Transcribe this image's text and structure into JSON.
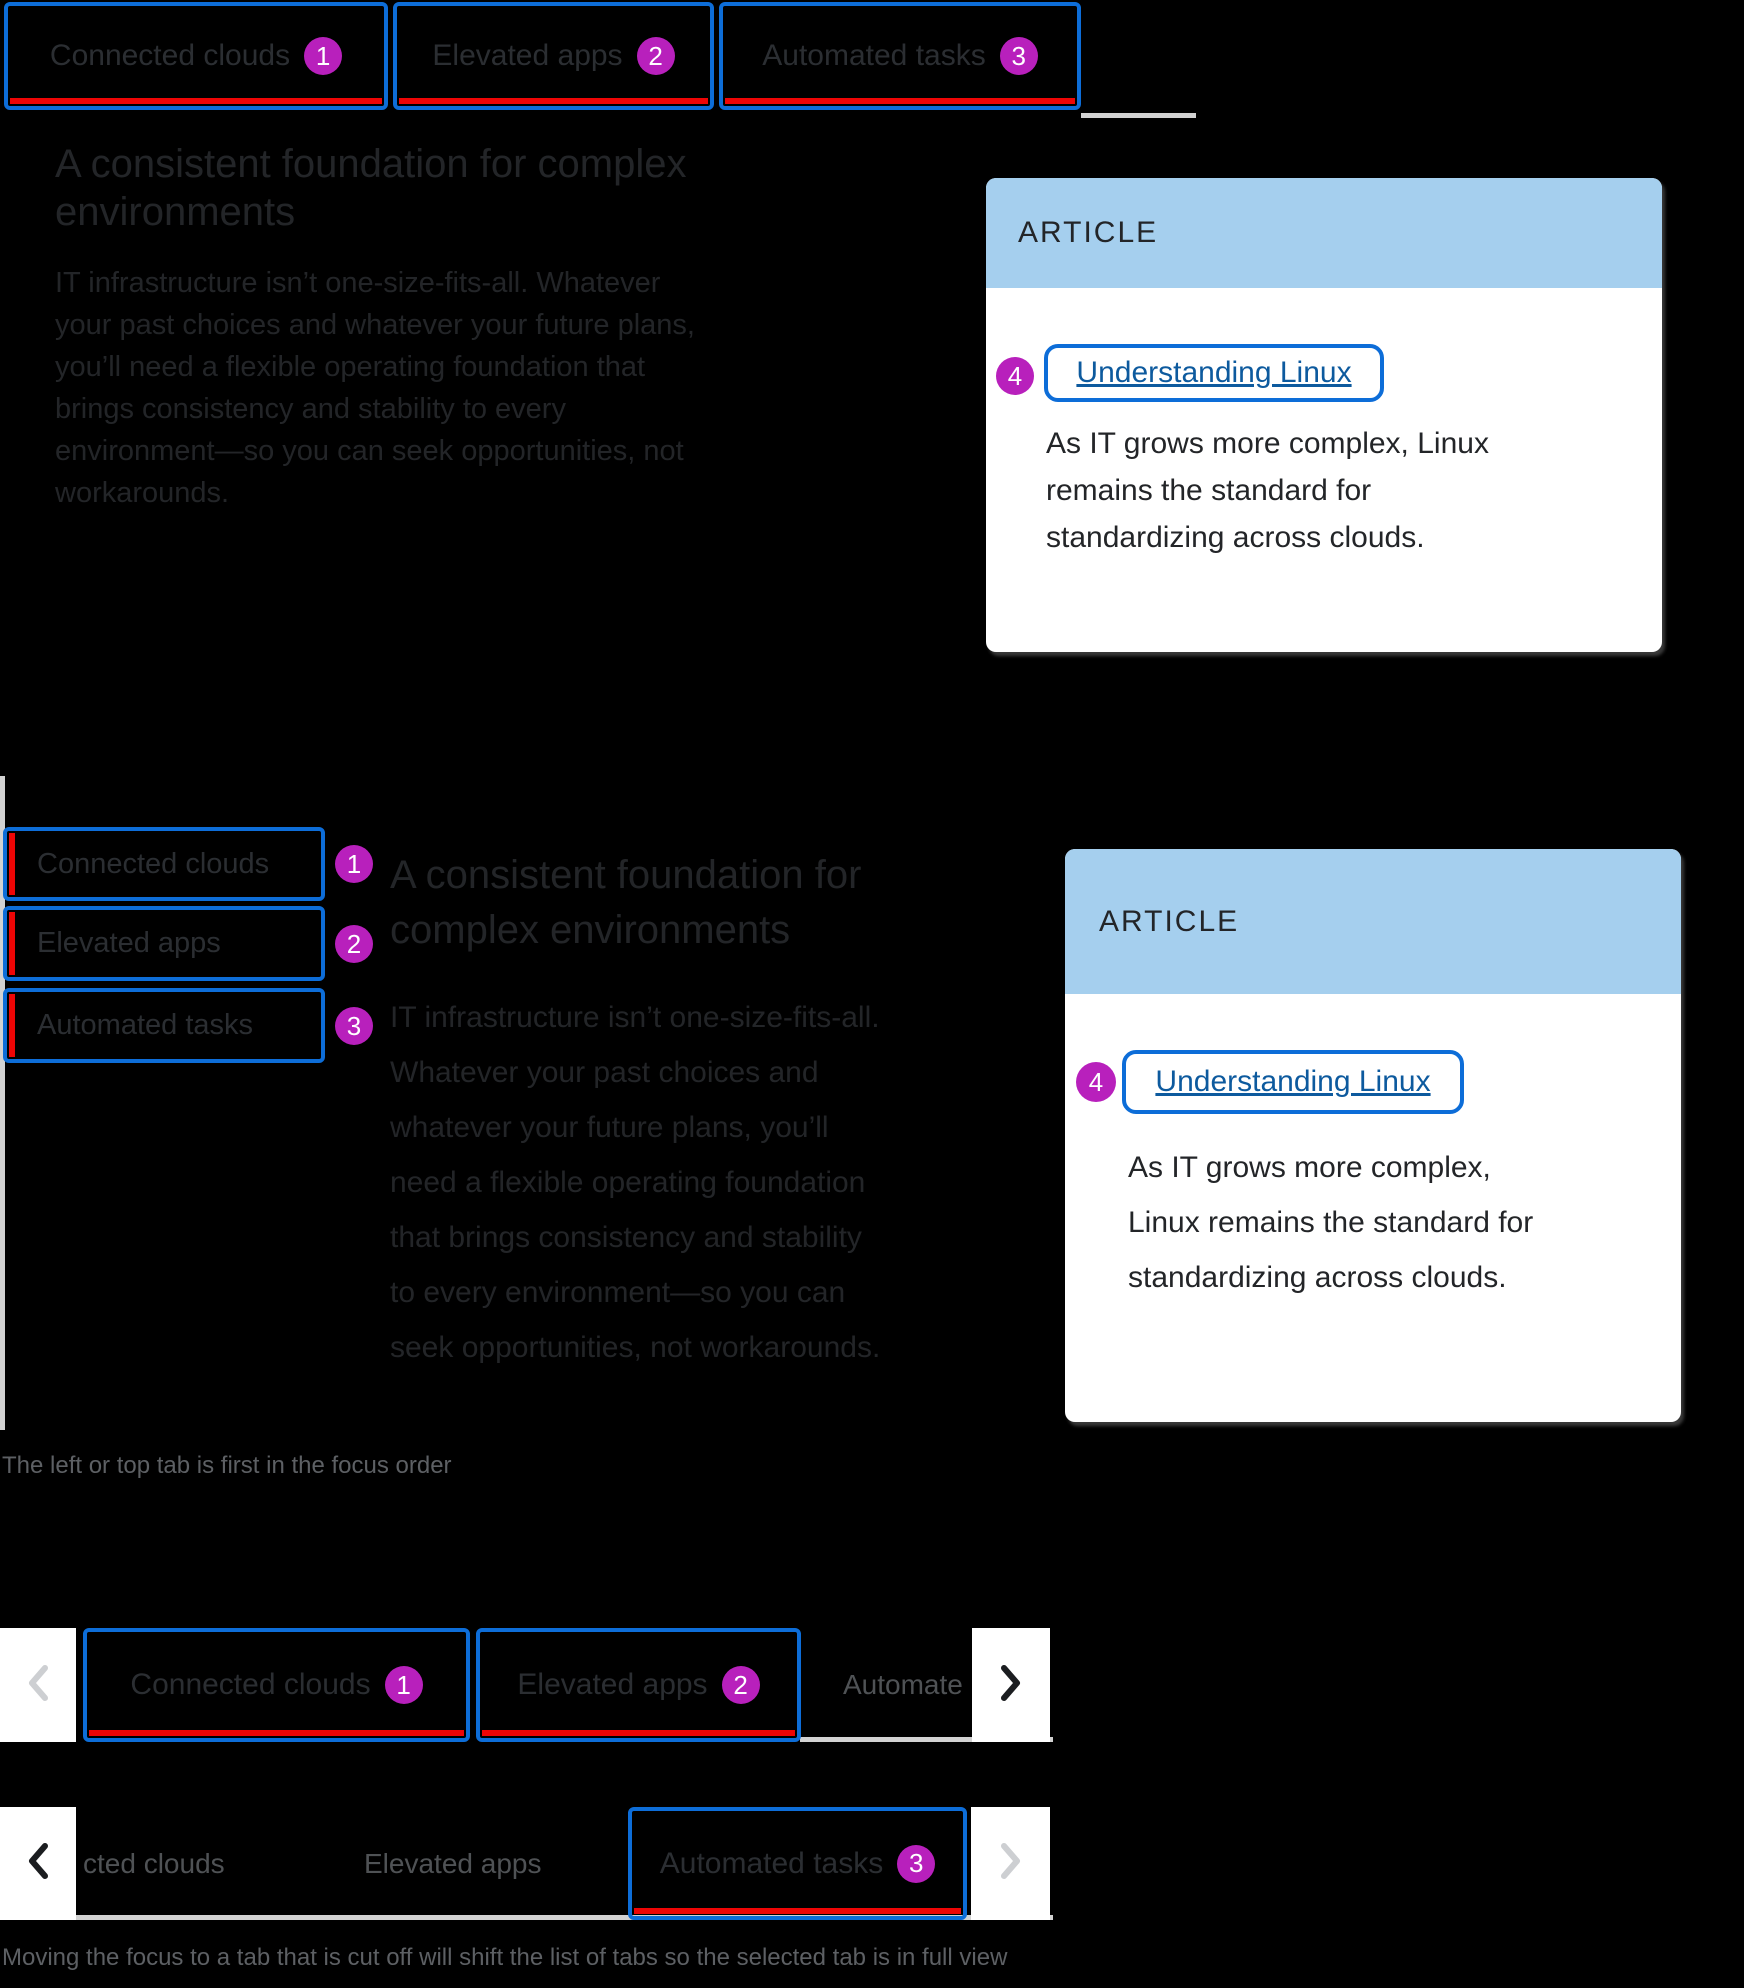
{
  "colors": {
    "background": "#000000",
    "focus_ring": "#0d6dd8",
    "selected_tab_underline": "#ee0505",
    "annotation_badge": "#b820bc",
    "link": "#0d5a9e",
    "card_header_bg": "#a5cfee",
    "dark_text": "#232528",
    "cutoff_tab_text": "#4f5255",
    "caption_text": "#5d6064",
    "divider": "#d2d2d2"
  },
  "tabs": {
    "connected": "Connected clouds",
    "elevated": "Elevated apps",
    "automated": "Automated tasks",
    "automated_cutoff": "Automate",
    "connected_cutoff": "cted clouds"
  },
  "annotations": {
    "first": "1",
    "second": "2",
    "third": "3",
    "fourth": "4"
  },
  "hero": {
    "heading_top": "A consistent foundation for complex\nenvironments",
    "heading_side": "A consistent foundation for\ncomplex environments",
    "paragraph_top": "IT infrastructure isn’t one-size-fits-all. Whatever\nyour past choices and whatever your future plans,\nyou’ll need a flexible operating foundation that\nbrings consistency and stability to every\nenvironment—so you can seek opportunities, not\nworkarounds.",
    "paragraph_side": "IT infrastructure isn’t one-size-fits-all.\nWhatever your past choices and\nwhatever your future plans, you’ll\nneed a flexible operating foundation\nthat brings consistency and stability\nto every environment—so you can\nseek opportunities, not workarounds."
  },
  "article_card": {
    "label": "ARTICLE",
    "link": "Understanding Linux",
    "body_top": "As IT grows more complex, Linux\nremains the standard for\nstandardizing across clouds.",
    "body_side": "As IT grows more complex,\nLinux remains the standard for\nstandardizing across clouds."
  },
  "captions": {
    "focus_order": "The left or top tab is first in the focus order",
    "overflow_behavior": "Moving the focus to a tab that is cut off will shift the list of tabs so the selected tab is in full view"
  }
}
